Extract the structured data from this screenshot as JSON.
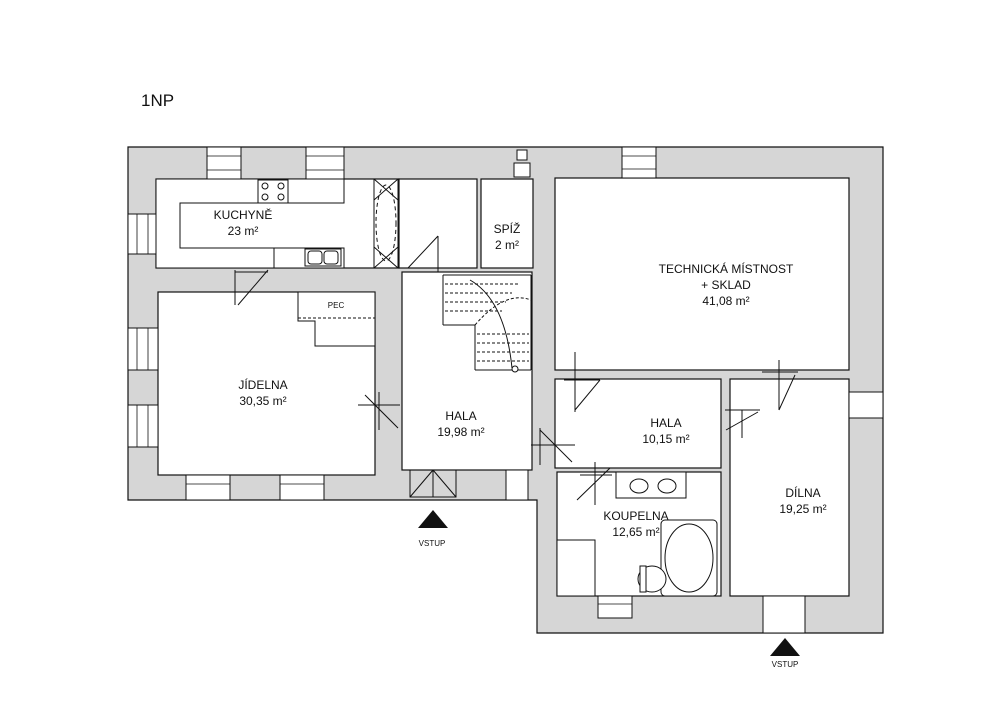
{
  "floor_label": "1NP",
  "rooms": [
    {
      "name": "KUCHYNĚ",
      "area": "23 m²"
    },
    {
      "name": "SPÍŽ",
      "area": "2 m²"
    },
    {
      "name": "TECHNICKÁ MÍSTNOST",
      "name2": "+ SKLAD",
      "area": "41,08 m²"
    },
    {
      "name": "JÍDELNA",
      "area": "30,35 m²"
    },
    {
      "name": "HALA",
      "area": "19,98 m²"
    },
    {
      "name": "HALA",
      "area": "10,15 m²"
    },
    {
      "name": "KOUPELNA",
      "area": "12,65 m²"
    },
    {
      "name": "DÍLNA",
      "area": "19,25 m²"
    }
  ],
  "fixtures": {
    "stove_label": "PEC"
  },
  "entrances": [
    {
      "label": "VSTUP"
    },
    {
      "label": "VSTUP"
    }
  ],
  "colors": {
    "wall": "#d6d6d6",
    "line": "#111111",
    "background": "#ffffff"
  }
}
